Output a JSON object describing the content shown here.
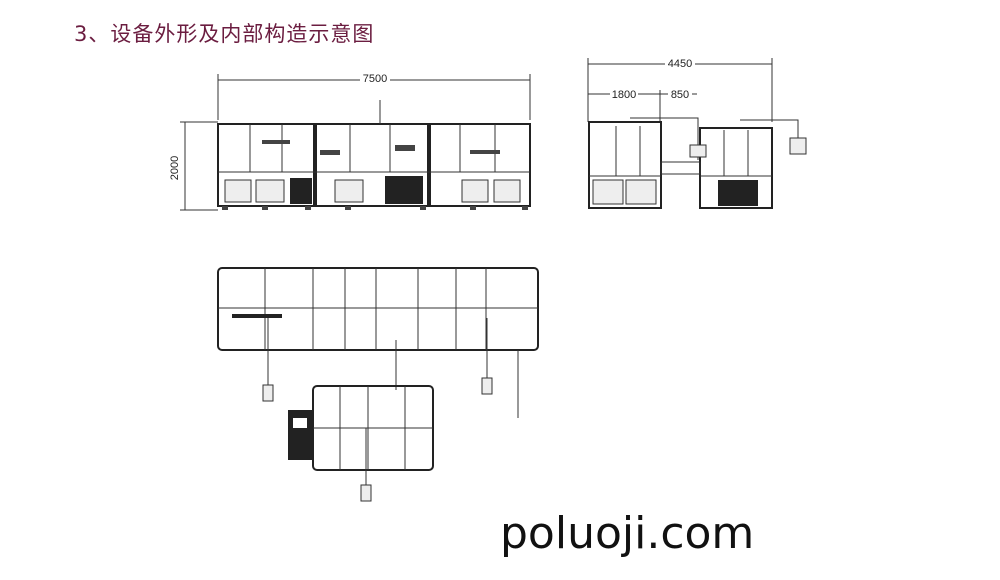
{
  "title": "3、设备外形及内部构造示意图",
  "dimensions": {
    "front_width": "7500",
    "front_height": "2000",
    "side_width": "4450",
    "side_left": "1800",
    "side_gap": "850"
  },
  "watermark": "poluoji.com"
}
